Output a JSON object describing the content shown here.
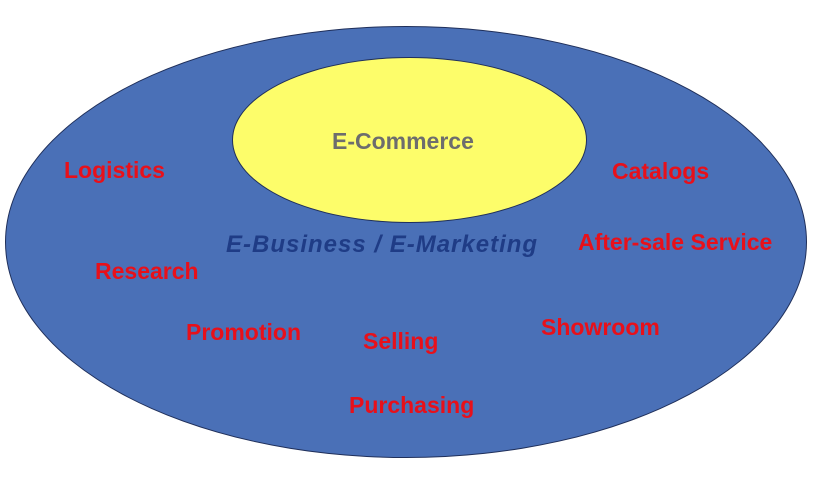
{
  "colors": {
    "outer_fill": "#4a70b7",
    "inner_fill": "#fdfd6a",
    "item_text": "#e8101a",
    "center_text": "#6d6d6d",
    "main_label_text": "#1f3c86"
  },
  "diagram": {
    "inner_label": "E-Commerce",
    "outer_label": "E-Business / E-Marketing",
    "items": {
      "logistics": "Logistics",
      "catalogs": "Catalogs",
      "after_sale_service": "After-sale Service",
      "research": "Research",
      "promotion": "Promotion",
      "selling": "Selling",
      "showroom": "Showroom",
      "purchasing": "Purchasing"
    }
  }
}
